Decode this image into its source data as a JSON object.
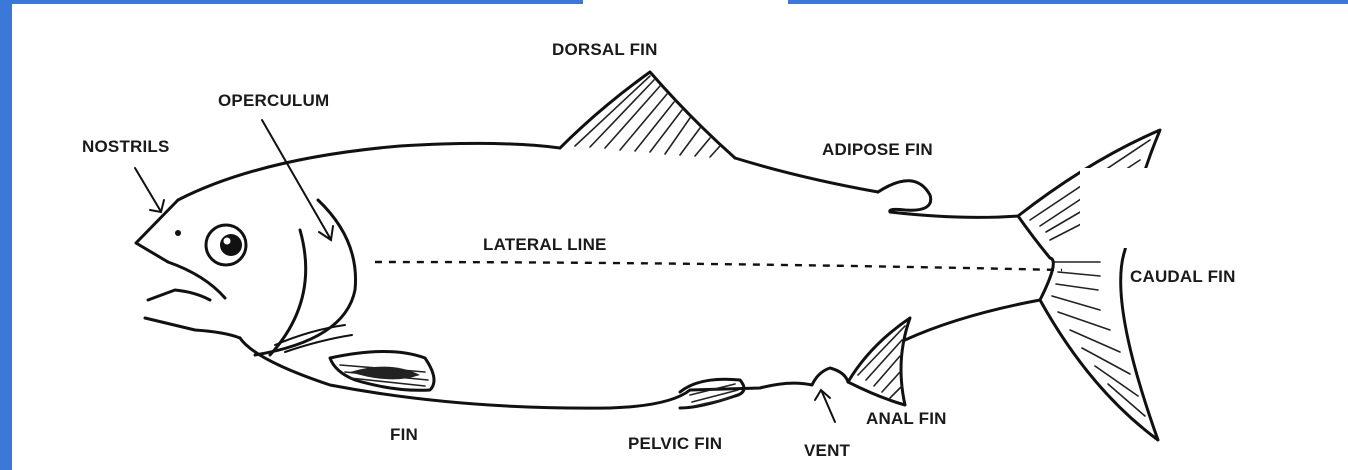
{
  "colors": {
    "frame_blue": "#3b78d9",
    "ink": "#111111",
    "background": "#ffffff"
  },
  "labels": {
    "dorsal_fin": "DORSAL FIN",
    "operculum": "OPERCULUM",
    "nostrils": "NOSTRILS",
    "adipose_fin": "ADIPOSE FIN",
    "lateral_line": "LATERAL LINE",
    "caudal_fin": "CAUDAL FIN",
    "pectoral_fin": "FIN",
    "pelvic_fin": "PELVIC FIN",
    "vent": "VENT",
    "anal_fin": "ANAL FIN"
  }
}
